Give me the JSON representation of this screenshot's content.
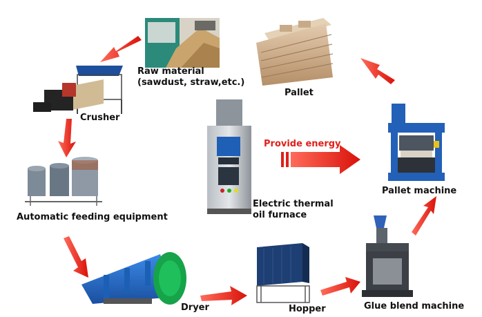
{
  "diagram": {
    "nodes": {
      "raw_material": {
        "label": "Raw material\n(sawdust, straw,etc.)"
      },
      "crusher": {
        "label": "Crusher"
      },
      "feeding": {
        "label": "Automatic feeding equipment"
      },
      "dryer": {
        "label": "Dryer"
      },
      "hopper": {
        "label": "Hopper"
      },
      "glue": {
        "label": "Glue blend machine"
      },
      "pallet_machine": {
        "label": "Pallet machine"
      },
      "pallet": {
        "label": "Pallet"
      },
      "furnace": {
        "label": "Electric thermal\noil furnace"
      }
    },
    "energy_label": "Provide energy",
    "colors": {
      "arrow": "#e0201a",
      "machine_blue": "#1f63c6",
      "machine_green": "#15a34a",
      "machine_gray": "#8a8f96"
    }
  }
}
